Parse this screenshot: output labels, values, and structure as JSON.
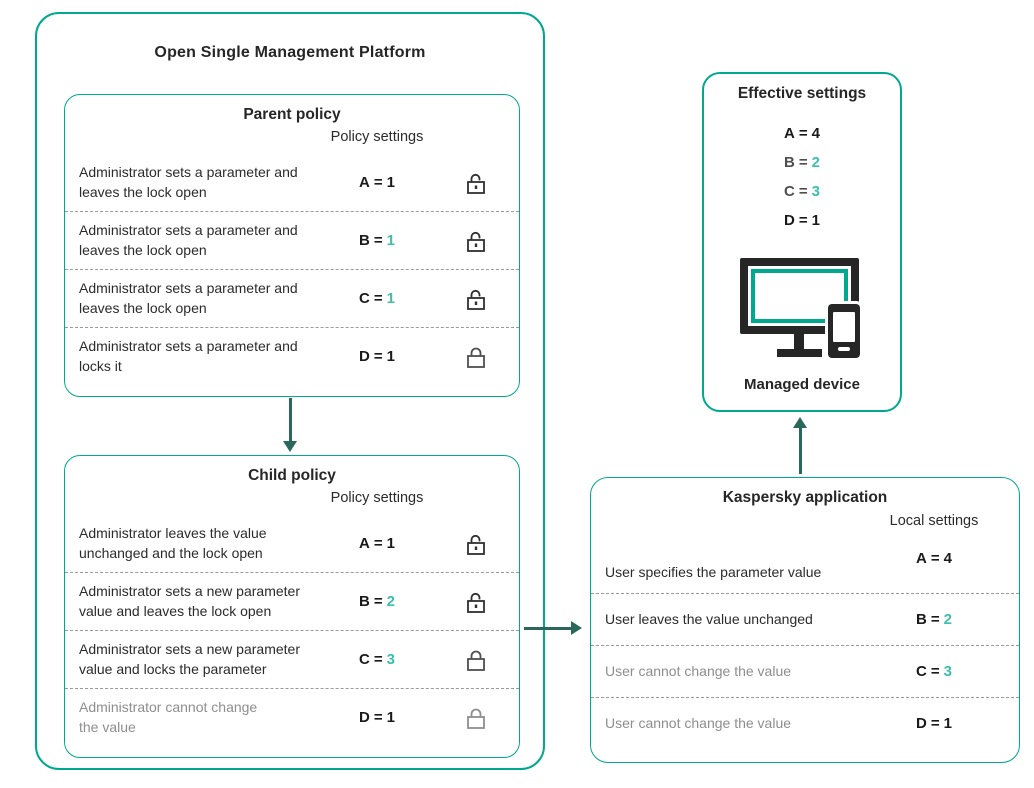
{
  "colors": {
    "accent_teal": "#00A88E",
    "value_teal": "#3DBFAB",
    "arrow_teal": "#29685B",
    "text_dark": "#262626",
    "text_gray": "#8E8E8E",
    "text_dim": "#4F4F4F"
  },
  "eq": "=",
  "platform": {
    "title": "Open Single Management Platform"
  },
  "parent_policy": {
    "title": "Parent policy",
    "settings_label": "Policy settings",
    "rows": [
      {
        "text": "Administrator sets a parameter and\nleaves the lock open",
        "param": "A",
        "value": "1",
        "lock": "open"
      },
      {
        "text": "Administrator sets a parameter and\nleaves the lock open",
        "param": "B",
        "value": "1",
        "value_tone": "teal",
        "lock": "open"
      },
      {
        "text": "Administrator sets a parameter and\nleaves the lock open",
        "param": "C",
        "value": "1",
        "value_tone": "teal",
        "lock": "open"
      },
      {
        "text": "Administrator sets a parameter and\nlocks it",
        "param": "D",
        "value": "1",
        "lock": "closed",
        "lock_tone": "dark"
      }
    ]
  },
  "child_policy": {
    "title": "Child policy",
    "settings_label": "Policy settings",
    "rows": [
      {
        "text": "Administrator leaves the value\nunchanged  and the lock open",
        "param": "A",
        "value": "1",
        "lock": "open"
      },
      {
        "text": "Administrator sets a new parameter\nvalue and leaves the lock open",
        "param": "B",
        "value": "2",
        "value_tone": "teal",
        "lock": "open"
      },
      {
        "text": "Administrator sets a new parameter\nvalue and locks the parameter",
        "param": "C",
        "value": "3",
        "value_tone": "teal",
        "lock": "closed",
        "lock_tone": "dark"
      },
      {
        "text": "Administrator cannot change\nthe value",
        "text_tone": "gray",
        "param": "D",
        "value": "1",
        "lock": "closed",
        "lock_tone": "light"
      }
    ]
  },
  "kaspersky_app": {
    "title": "Kaspersky application",
    "settings_label": "Local settings",
    "rows": [
      {
        "text": "User specifies the parameter value",
        "param": "A",
        "value": "4"
      },
      {
        "text": "User leaves the value unchanged",
        "param": "B",
        "value": "2",
        "value_tone": "teal"
      },
      {
        "text": "User cannot change the value",
        "text_tone": "gray",
        "param": "C",
        "value": "3",
        "value_tone": "teal"
      },
      {
        "text": "User cannot change the value",
        "text_tone": "gray",
        "param": "D",
        "value": "1"
      }
    ]
  },
  "effective_settings": {
    "title": "Effective settings",
    "values": [
      {
        "param": "A",
        "value": "4"
      },
      {
        "param": "B",
        "param_tone": "dim",
        "value": "2",
        "value_tone": "teal"
      },
      {
        "param": "C",
        "param_tone": "dim",
        "value": "3",
        "value_tone": "teal"
      },
      {
        "param": "D",
        "value": "1"
      }
    ],
    "device_label": "Managed device"
  }
}
